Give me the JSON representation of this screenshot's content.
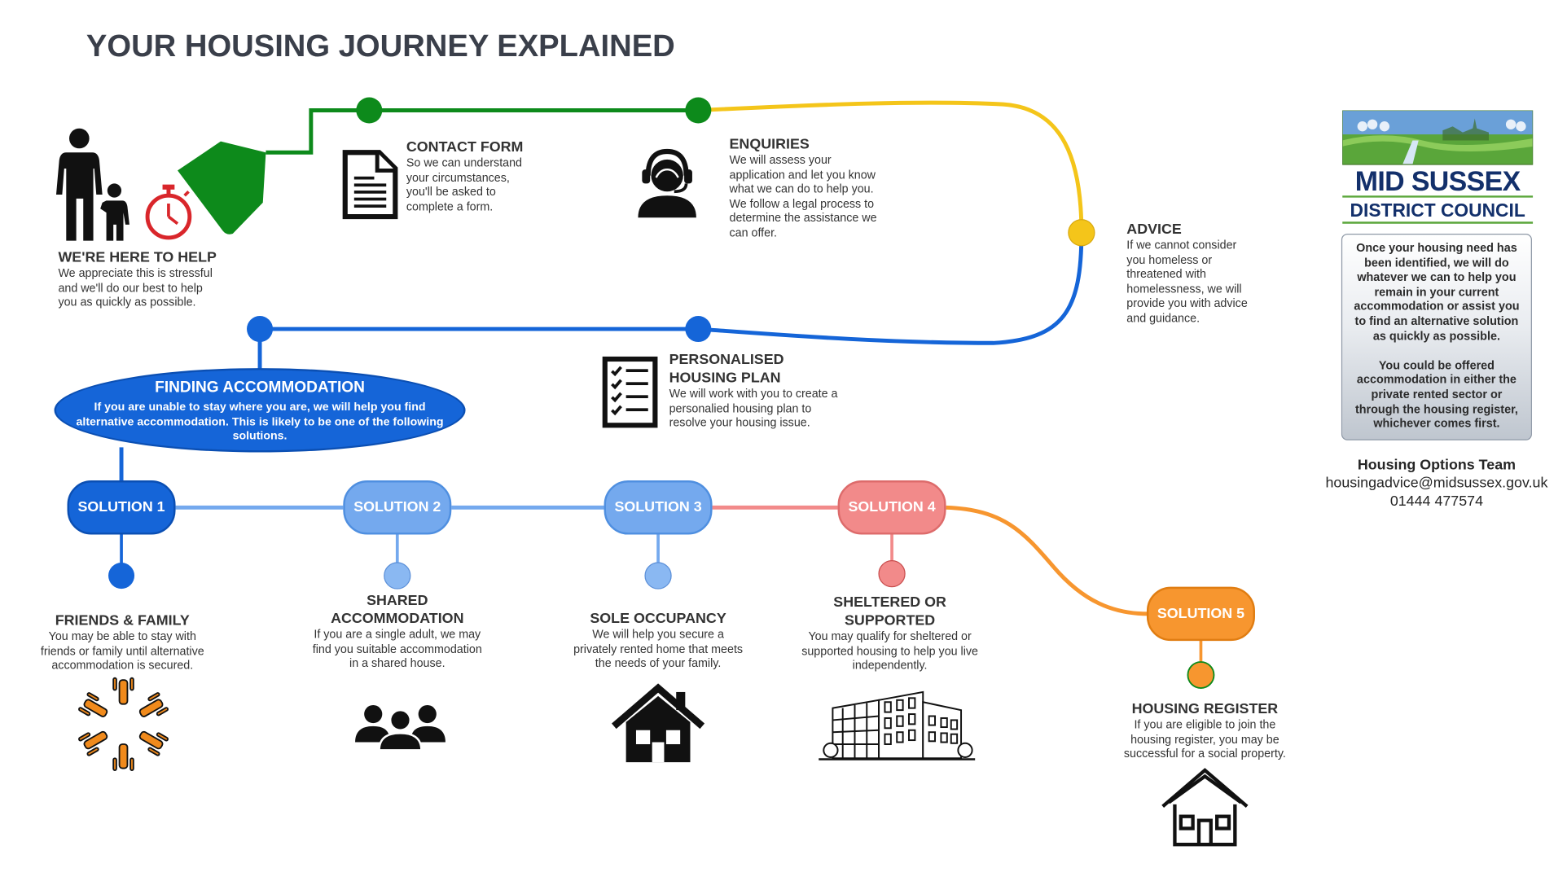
{
  "title": "YOUR HOUSING JOURNEY EXPLAINED",
  "stages": {
    "help": {
      "title": "WE'RE HERE TO HELP",
      "text": "We appreciate this is stressful\nand we'll do our best to help\nyou as quickly as possible."
    },
    "contact_form": {
      "title": "CONTACT FORM",
      "text": "So we can understand\nyour circumstances,\nyou'll be asked to\ncomplete a form."
    },
    "enquiries": {
      "title": "ENQUIRIES",
      "text": "We will assess your\napplication and let you know\nwhat we can do to help you.\nWe follow a legal process to\ndetermine the assistance we\ncan offer."
    },
    "advice": {
      "title": "ADVICE",
      "text": "If we cannot consider\nyou homeless or\nthreatened with\nhomelessness, we will\nprovide you with advice\nand guidance."
    },
    "plan": {
      "title_line1": "PERSONALISED",
      "title_line2": "HOUSING PLAN",
      "text": "We will work with you to create a\npersonalied housing plan to\nresolve your housing issue."
    },
    "finding": {
      "title": "FINDING ACCOMMODATION",
      "text": "If you are unable to stay where you are, we will help you find\nalternative accommodation.  This is likely to be one of the following\nsolutions."
    }
  },
  "solutions": [
    {
      "label": "SOLUTION 1",
      "color": "#1565d8",
      "title_line1": "FRIENDS & FAMILY",
      "title_line2": "",
      "text": "You may be able to stay with\nfriends or family until alternative\naccommodation is secured.",
      "icon": "hands-circle-icon"
    },
    {
      "label": "SOLUTION 2",
      "color": "#74a9ee",
      "title_line1": "SHARED",
      "title_line2": "ACCOMMODATION",
      "text": "If you are a single adult, we may\nfind you suitable accommodation\nin a shared house.",
      "icon": "group-icon"
    },
    {
      "label": "SOLUTION 3",
      "color": "#74a9ee",
      "title_line1": "SOLE OCCUPANCY",
      "title_line2": "",
      "text": "We will help you secure a\nprivately rented home that meets\nthe needs of your family.",
      "icon": "house-icon"
    },
    {
      "label": "SOLUTION 4",
      "color": "#f28a8a",
      "title_line1": "SHELTERED OR",
      "title_line2": "SUPPORTED",
      "text": "You may qualify for sheltered or\nsupported housing to help you live\nindependently.",
      "icon": "building-icon"
    },
    {
      "label": "SOLUTION 5",
      "color": "#f7962f",
      "title_line1": "HOUSING REGISTER",
      "title_line2": "",
      "text": "If you are eligible to join the\nhousing register, you may be\nsuccessful for a social property.",
      "icon": "house-outline-icon"
    }
  ],
  "council": {
    "name": "MID SUSSEX",
    "sub": "DISTRICT COUNCIL",
    "info_p1": "Once your housing need has\nbeen identified, we will do\nwhatever we can to help you\nremain in your current\naccommodation or assist you\nto find an alternative solution\nas quickly as possible.",
    "info_p2": "You could be offered\naccommodation in either the\nprivate rented sector or\nthrough the housing register,\nwhichever comes first.",
    "team": "Housing Options Team",
    "email": "housingadvice@midsussex.gov.uk",
    "phone": "01444 477574"
  },
  "colors": {
    "green": "#0d8a1b",
    "yellow": "#f4c51a",
    "blue": "#1565d8",
    "lightblue": "#74a9ee",
    "pink": "#f28a8a",
    "orange": "#f7962f",
    "navy": "#13306b"
  }
}
